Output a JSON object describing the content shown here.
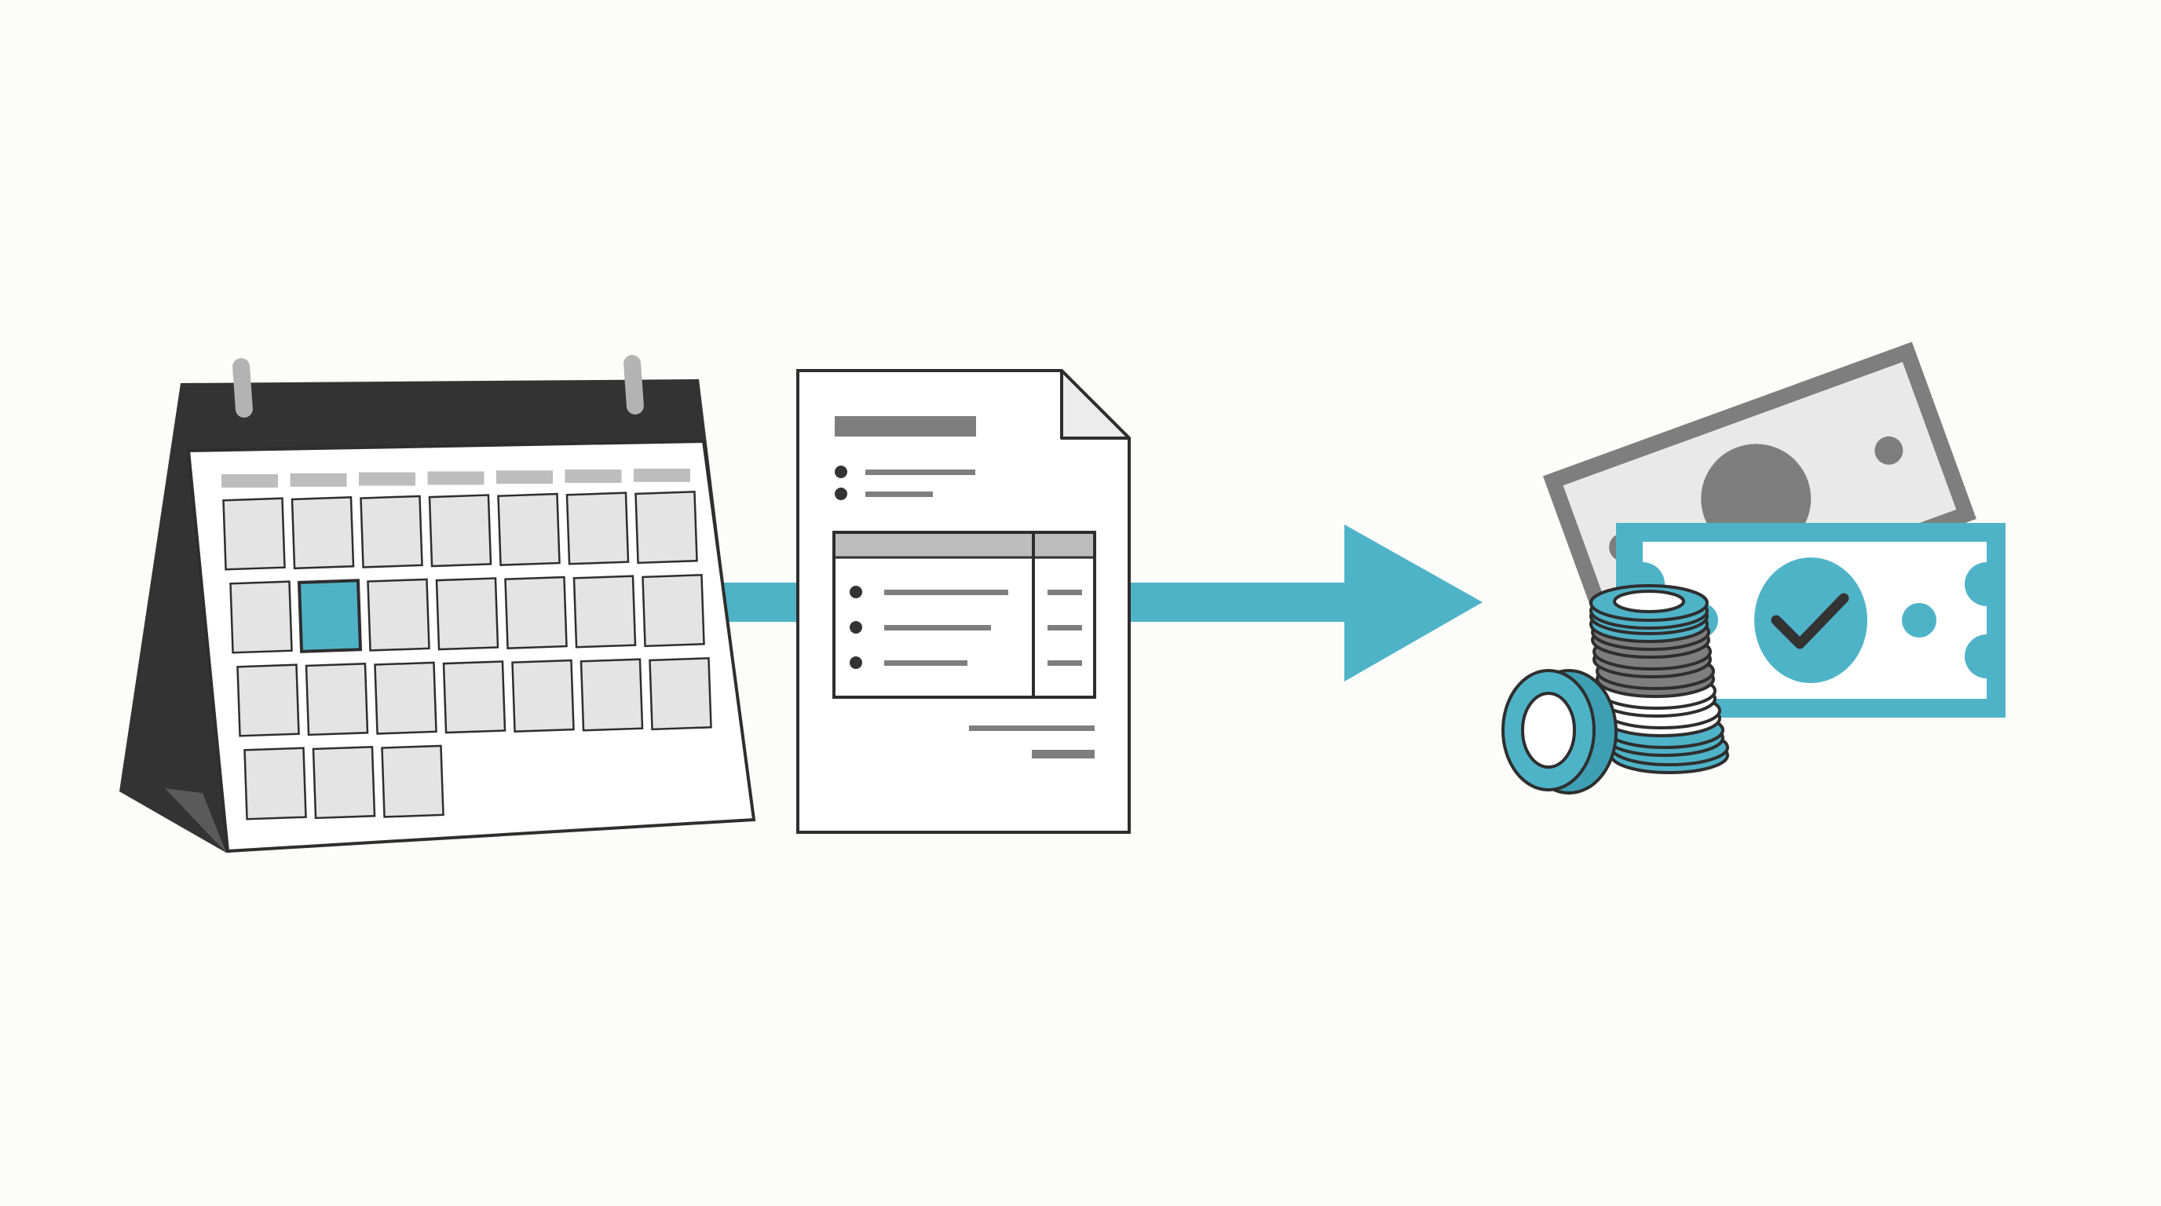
{
  "colors": {
    "accent": "#4fb3c8",
    "dark": "#333333",
    "gray": "#7e7e7e",
    "light_gray": "#e4e4e4",
    "header_gray": "#bdbdbd",
    "outline": "#2e2e2e",
    "paper": "#ffffff",
    "background": "#fcfcfb"
  },
  "icons": {
    "calendar": "desk-calendar-icon",
    "invoice": "invoice-document-icon",
    "payment": "cash-and-coins-icon",
    "check": "checkmark-icon"
  },
  "calendar": {
    "weekday_headers": 7,
    "rows": [
      7,
      7,
      7,
      3
    ],
    "highlighted_day": {
      "row": 1,
      "col": 1
    }
  },
  "invoice": {
    "bullet_rows": 2,
    "table_rows": 3,
    "total_lines": 2
  },
  "flow": [
    "calendar",
    "invoice",
    "payment"
  ]
}
